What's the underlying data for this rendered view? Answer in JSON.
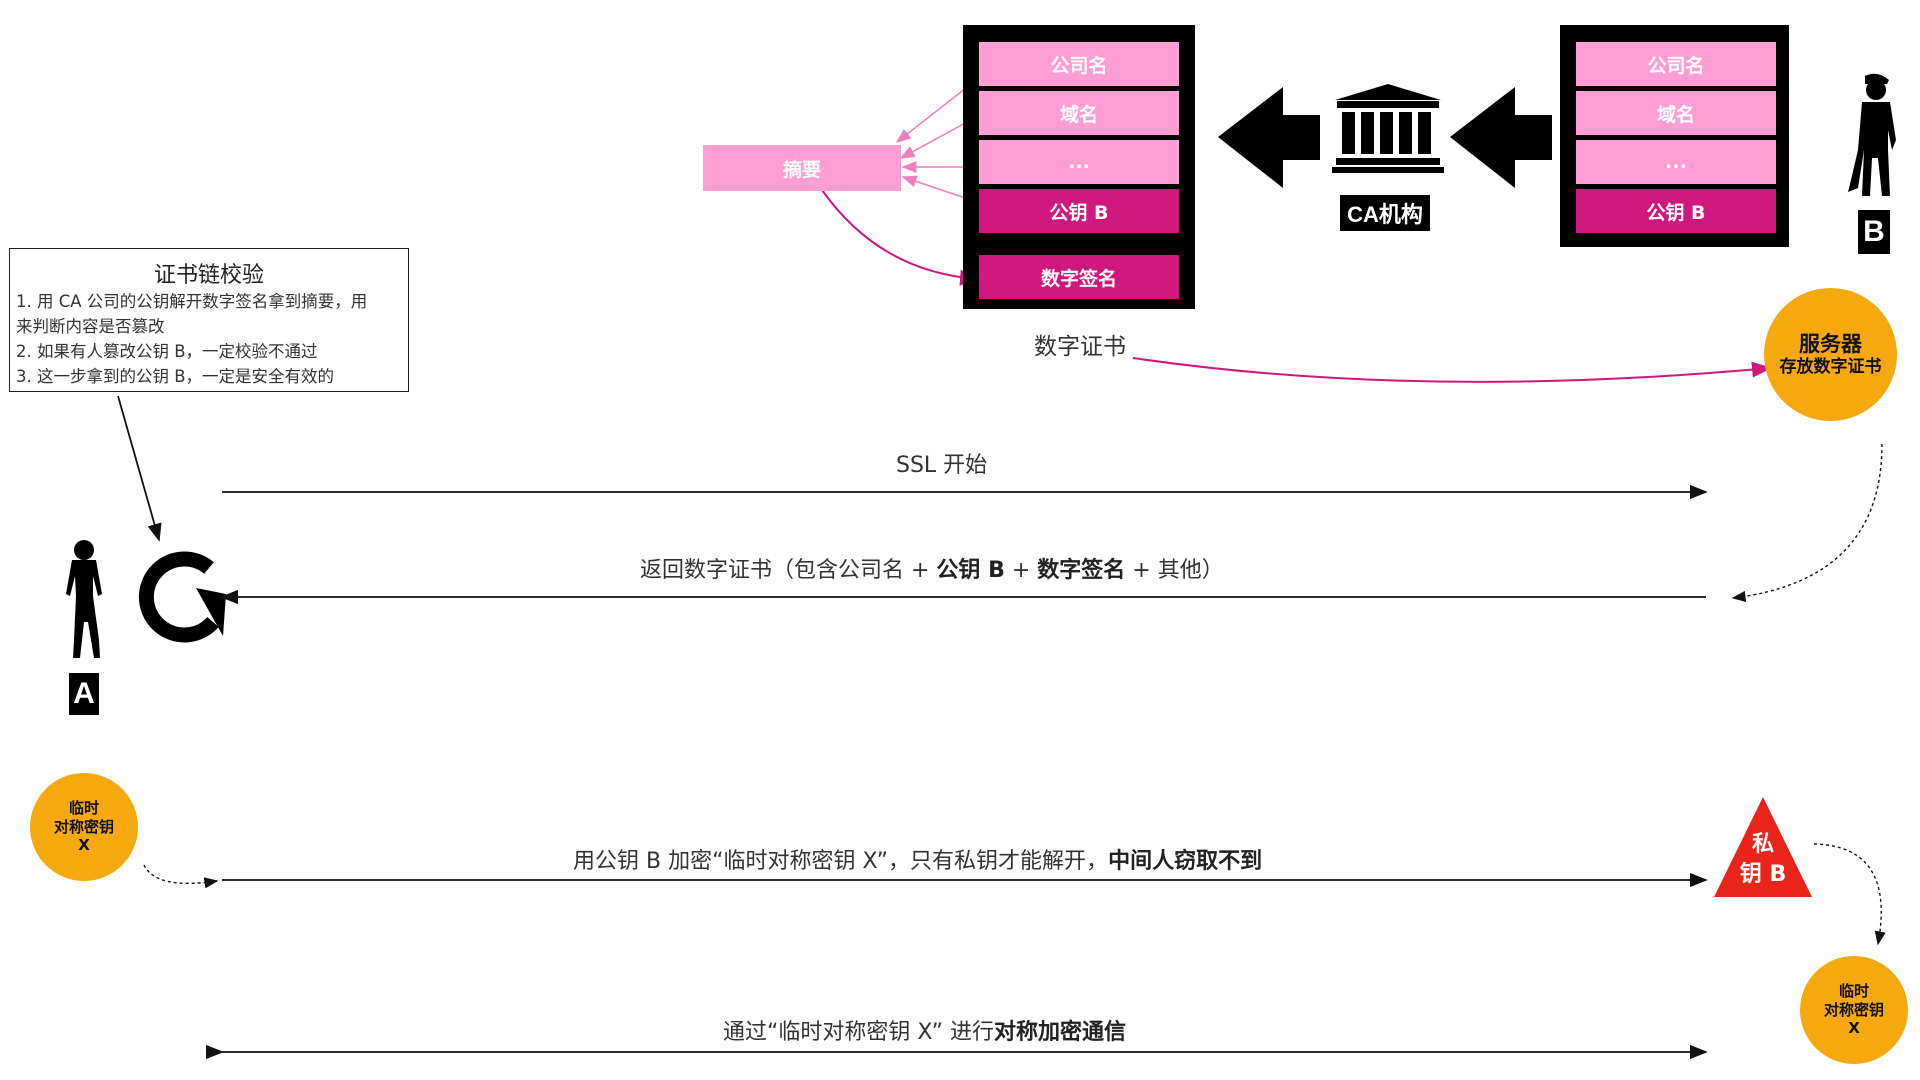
{
  "left_cert": {
    "rows": [
      "公司名",
      "域名",
      "...",
      "公钥 B"
    ],
    "signature": "数字签名",
    "caption": "数字证书"
  },
  "right_cert": {
    "rows": [
      "公司名",
      "域名",
      "...",
      "公钥 B"
    ]
  },
  "digest_label": "摘要",
  "ca_label": "CA机构",
  "actor_a_label": "A",
  "actor_b_label": "B",
  "server_circle": {
    "line1": "服务器",
    "line2": "存放数字证书"
  },
  "note": {
    "title": "证书链校验",
    "lines": [
      "1. 用 CA 公司的公钥解开数字签名拿到摘要，用",
      "来判断内容是否篡改",
      "2. 如果有人篡改公钥 B，一定校验不通过",
      "3. 这一步拿到的公钥 B，一定是安全有效的"
    ]
  },
  "messages": {
    "ssl_start": "SSL 开始",
    "return_cert": {
      "p1": "返回数字证书（包含公司名 + ",
      "b1": "公钥 B",
      "p2": " + ",
      "b2": "数字签名",
      "p3": " + 其他）"
    },
    "encrypt": {
      "p1": "用公钥 B 加密“临时对称密钥 X”，只有私钥才能解开，",
      "b1": "中间人窃取不到"
    },
    "communicate": {
      "p1": "通过“临时对称密钥 X” 进行",
      "b1": "对称加密通信"
    }
  },
  "temp_key_left": {
    "line1": "临时",
    "line2": "对称密钥",
    "line3": "X"
  },
  "temp_key_right": {
    "line1": "临时",
    "line2": "对称密钥",
    "line3": "X"
  },
  "private_key": {
    "line1": "私",
    "line2": "钥 B"
  },
  "colors": {
    "pink_light": "#ff9ed5",
    "pink_dark": "#d0177e",
    "orange": "#f6a90f",
    "red": "#e8241b",
    "black": "#000000"
  }
}
